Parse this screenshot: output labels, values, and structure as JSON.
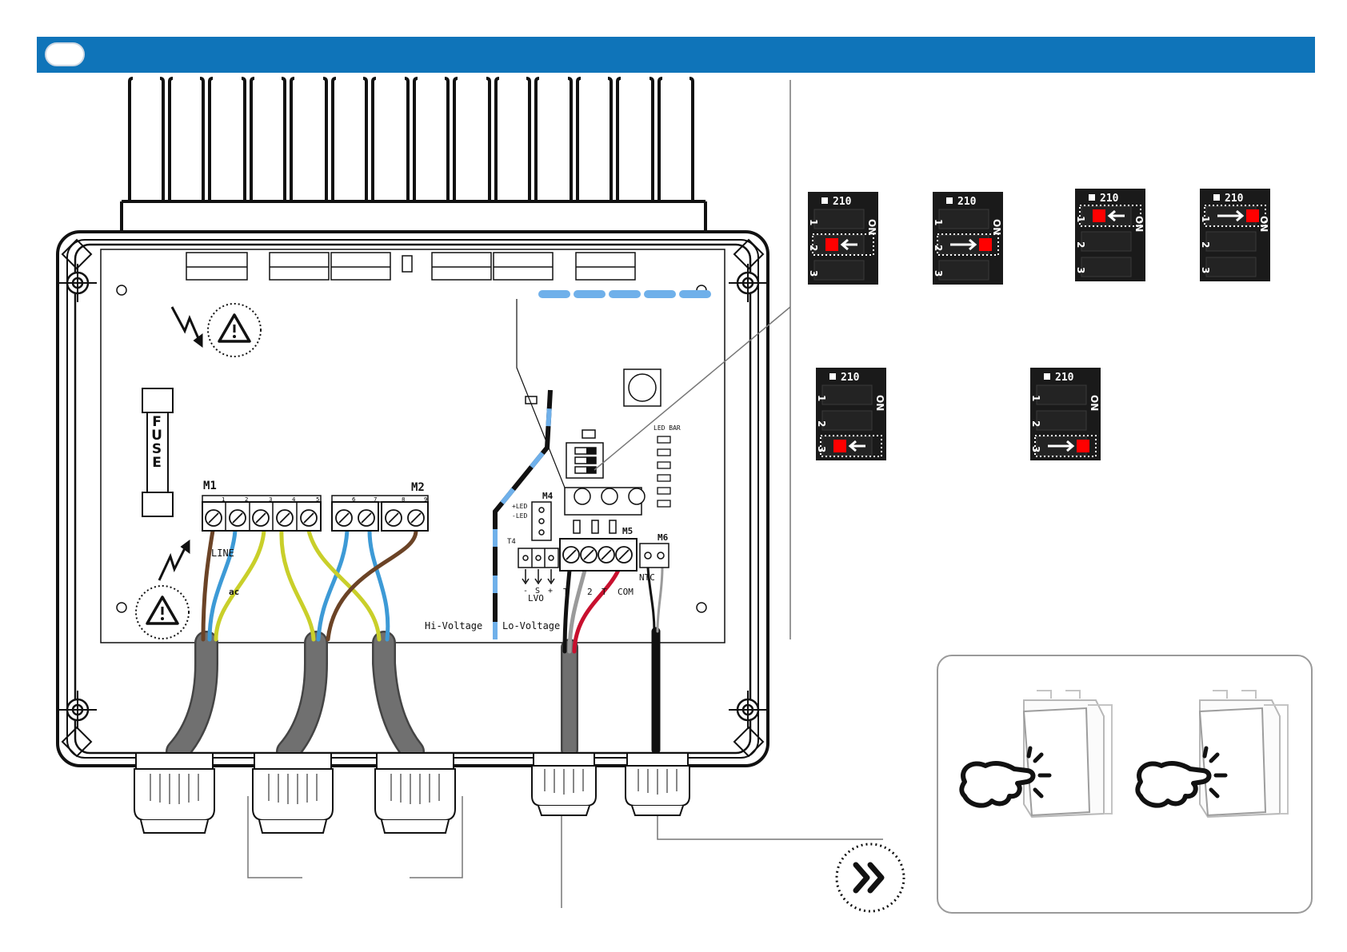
{
  "header": {
    "accent_color": "#0f74b9"
  },
  "board": {
    "fuse_label": "FUSE",
    "terminals": {
      "m1": {
        "label": "M1",
        "pins": [
          "1",
          "2",
          "3",
          "4",
          "5"
        ]
      },
      "m2": {
        "label": "M2",
        "pins": [
          "6",
          "7",
          "8",
          "9"
        ]
      },
      "m4": {
        "label": "M4",
        "pins": [
          "+LED",
          "-LED"
        ]
      },
      "m5": {
        "label": "M5"
      },
      "m6": {
        "label": "M6"
      }
    },
    "led_bar_label": "LED BAR",
    "line_label": "LINE",
    "ac_label": "ac",
    "t4_label": "T4",
    "lvo_label": "LVO",
    "lvo_pins": [
      "-",
      "S",
      "+"
    ],
    "m5_pins": [
      "T",
      "2",
      "T",
      "COM"
    ],
    "ntc_label": "NTC",
    "hi_voltage_label": "Hi-Voltage",
    "lo_voltage_label": "Lo-Voltage",
    "warning_icon": "warning-triangle-icon",
    "lightning_icon": "lightning-icon"
  },
  "dip_switches": [
    {
      "brand": "210",
      "on_label": "ON",
      "numbers": [
        "1",
        "2",
        "3"
      ],
      "active": 2,
      "direction": "left"
    },
    {
      "brand": "210",
      "on_label": "ON",
      "numbers": [
        "1",
        "2",
        "3"
      ],
      "active": 2,
      "direction": "right"
    },
    {
      "brand": "210",
      "on_label": "ON",
      "numbers": [
        "1",
        "2",
        "3"
      ],
      "active": 1,
      "direction": "left"
    },
    {
      "brand": "210",
      "on_label": "ON",
      "numbers": [
        "1",
        "2",
        "3"
      ],
      "active": 1,
      "direction": "right"
    },
    {
      "brand": "210",
      "on_label": "ON",
      "numbers": [
        "1",
        "2",
        "3"
      ],
      "active": 3,
      "direction": "left"
    },
    {
      "brand": "210",
      "on_label": "ON",
      "numbers": [
        "1",
        "2",
        "3"
      ],
      "active": 3,
      "direction": "right"
    }
  ],
  "next_icon": "double-chevron-right-icon",
  "push_panel": {
    "icons": [
      "finger-press-icon",
      "finger-press-icon"
    ]
  },
  "colors": {
    "brown": "#6b4326",
    "blue": "#3d9ad6",
    "yellow_green": "#c9cf2a",
    "gray": "#6f6f6f",
    "red": "#c8102e",
    "light_blue": "#6fb0ea",
    "dip_red": "#ff0000"
  }
}
